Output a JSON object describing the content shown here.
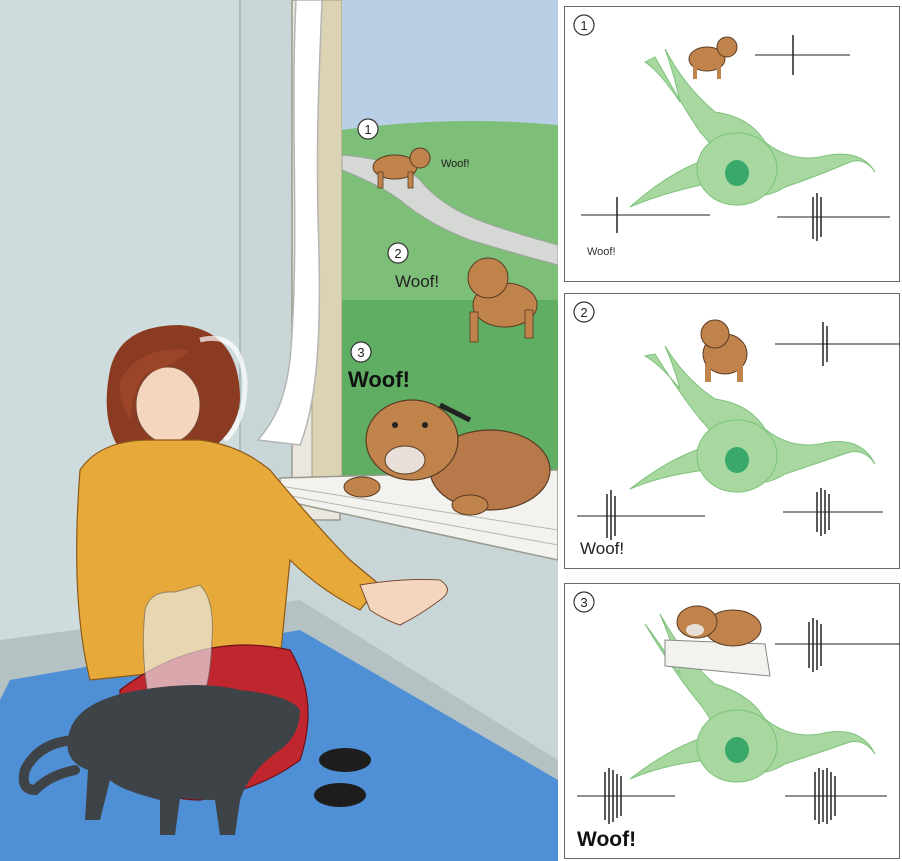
{
  "scene": {
    "markers": [
      {
        "number": "1",
        "bark": "Woof!"
      },
      {
        "number": "2",
        "bark": "Woof!"
      },
      {
        "number": "3",
        "bark": "Woof!"
      }
    ]
  },
  "panels": [
    {
      "number": "1",
      "bark": "Woof!"
    },
    {
      "number": "2",
      "bark": "Woof!"
    },
    {
      "number": "3",
      "bark": "Woof!"
    }
  ],
  "colors": {
    "neuron": "#a8d8a0",
    "neuron_outline": "#7cc27a",
    "nucleus": "#3aa86a",
    "wall": "#c9d6d8",
    "floor_rug": "#4f8fd6",
    "grass": "#5fae63",
    "sweater": "#e6a93a",
    "pants": "#c0262e",
    "dog": "#c0834c",
    "cat": "#3e4348"
  }
}
